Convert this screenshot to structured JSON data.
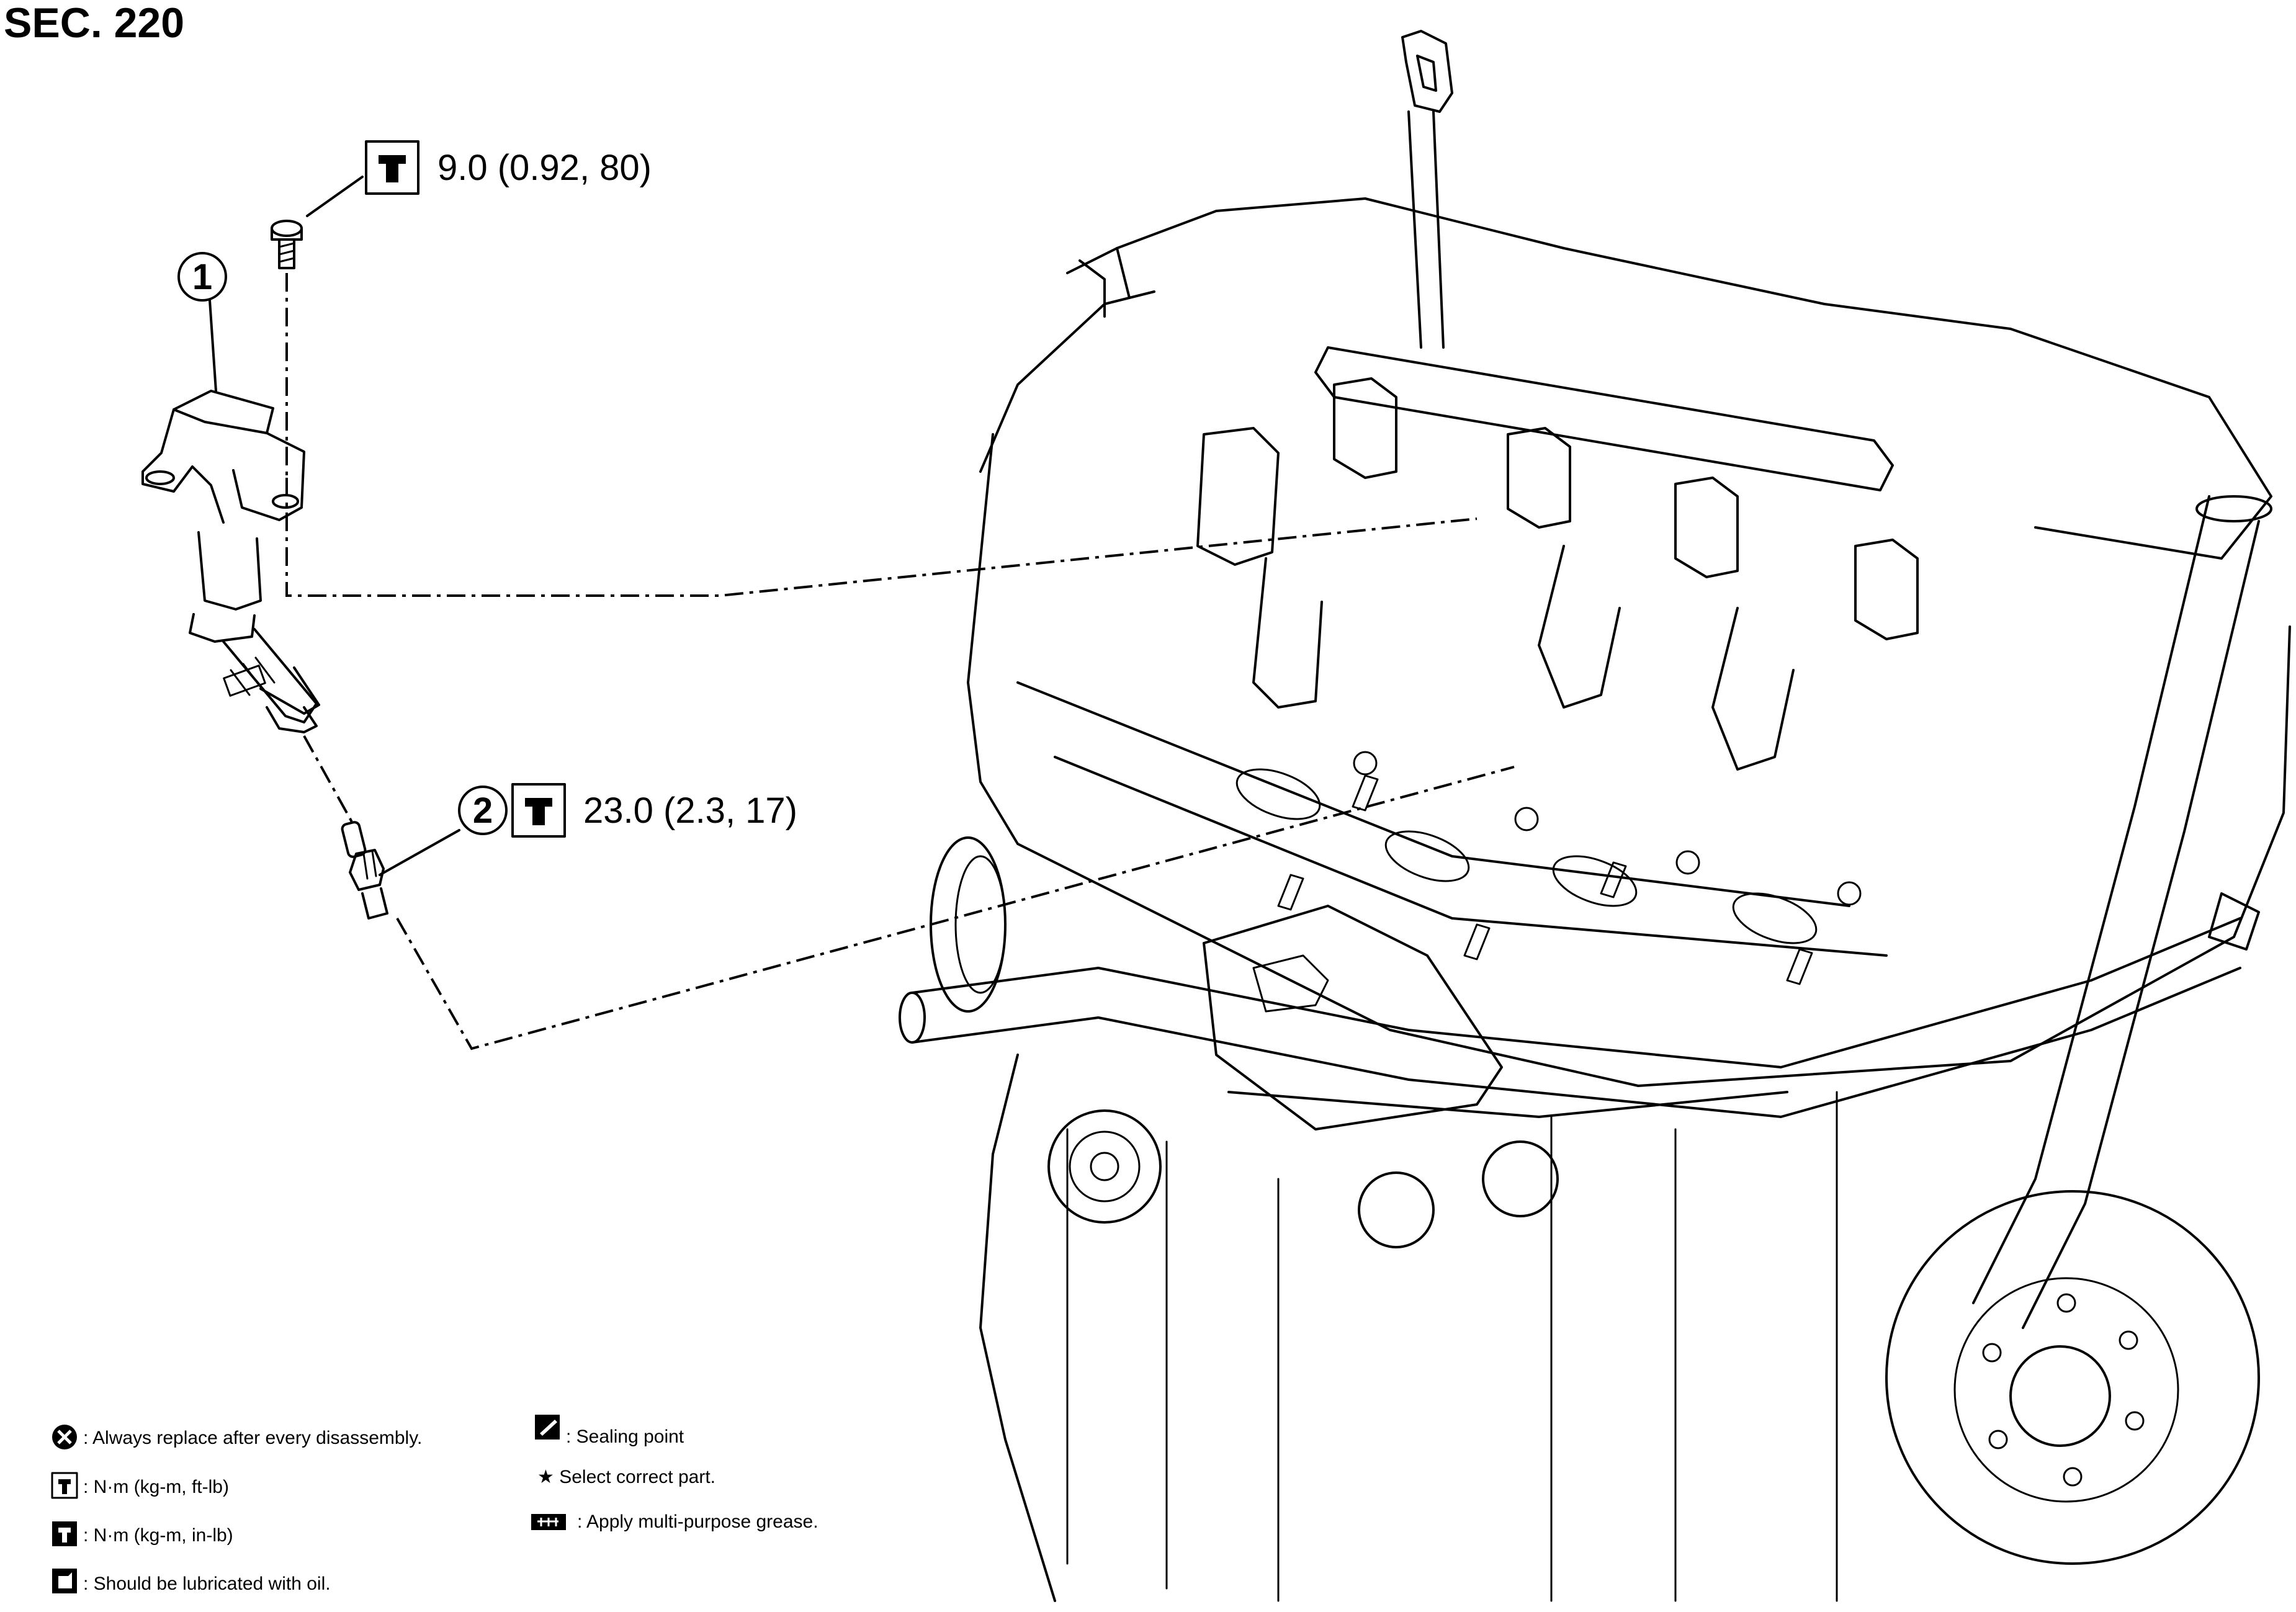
{
  "section_label": "SEC. 220",
  "parts": [
    {
      "callout": "①",
      "torque": "9.0 (0.92, 80)"
    },
    {
      "callout": "②",
      "torque": "23.0 (2.3, 17)"
    }
  ],
  "legend": {
    "left": [
      {
        "icon": "x-circle-icon",
        "text": ": Always replace after every disassembly."
      },
      {
        "icon": "wrench-nm-icon",
        "text": ": N·m (kg-m, ft-lb)"
      },
      {
        "icon": "wrench-inlb-icon",
        "text": ": N·m (kg-m, in-lb)"
      },
      {
        "icon": "oil-can-icon",
        "text": ": Should be lubricated with oil."
      }
    ],
    "right": [
      {
        "icon": "sealing-point-icon",
        "text": ": Sealing point"
      },
      {
        "icon": "star-icon",
        "text": "★ Select correct part."
      },
      {
        "icon": "grease-icon",
        "text": ": Apply multi-purpose grease."
      }
    ]
  }
}
